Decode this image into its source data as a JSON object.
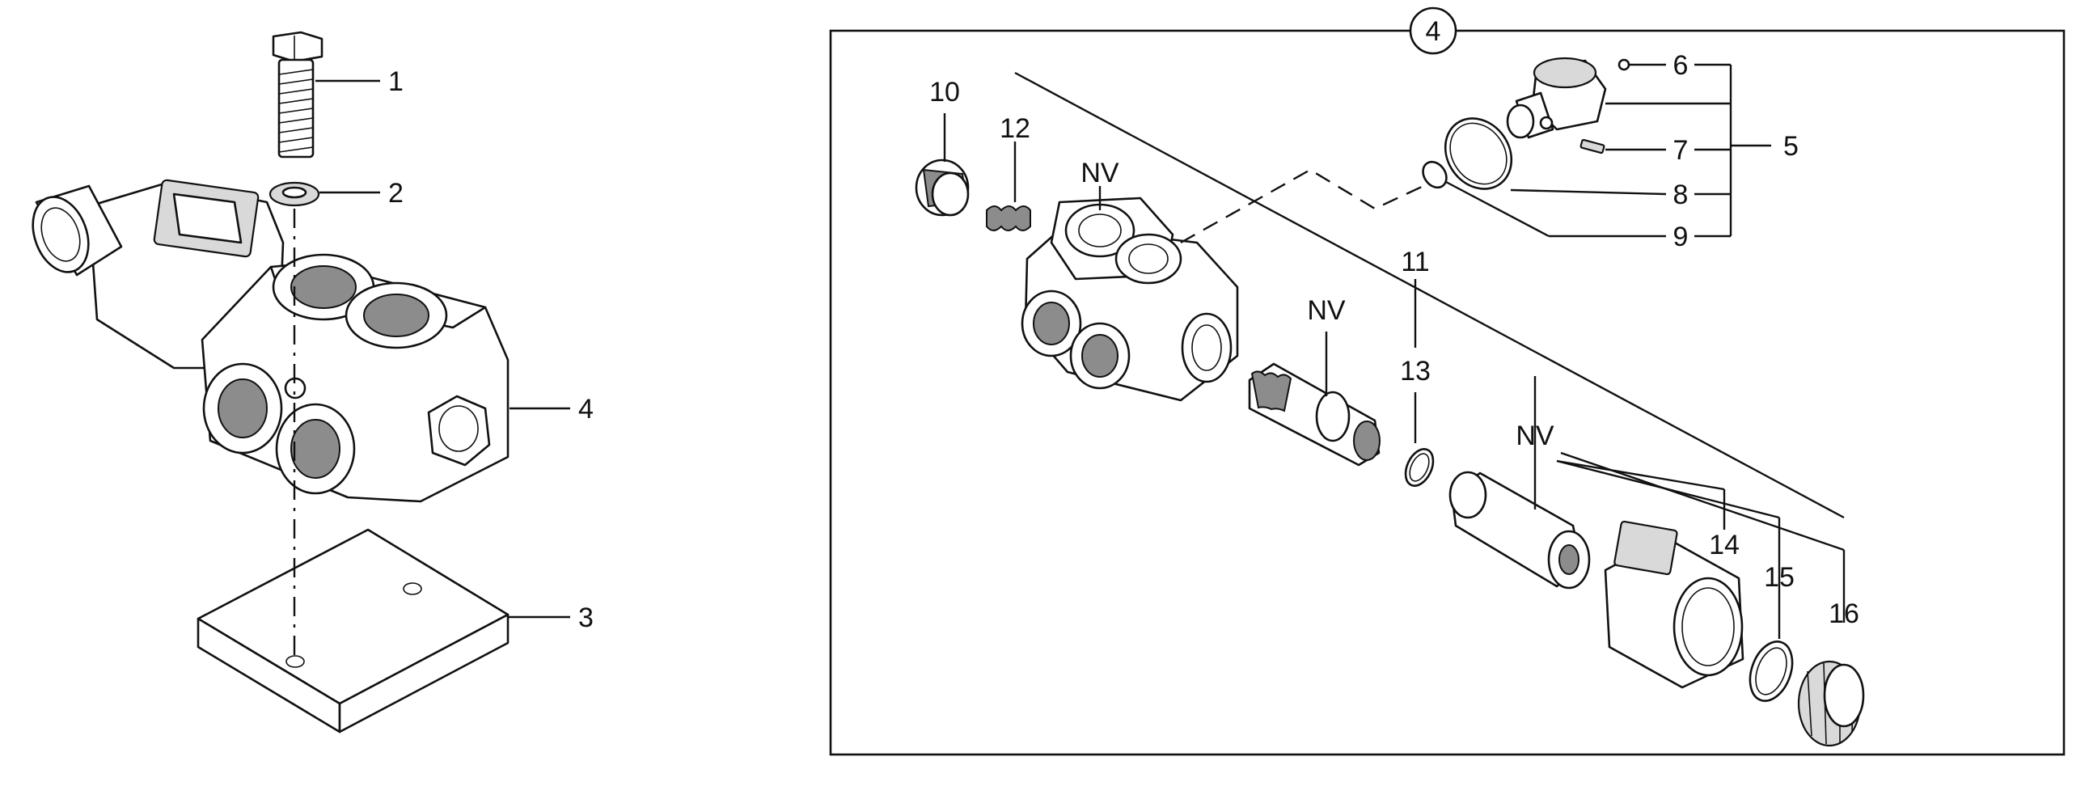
{
  "callouts": {
    "c1": "1",
    "c2": "2",
    "c3": "3",
    "c4": "4",
    "group": "4",
    "c5": "5",
    "c6": "6",
    "c7": "7",
    "c8": "8",
    "c9": "9",
    "c10": "10",
    "c11": "11",
    "c12": "12",
    "c13": "13",
    "c14": "14",
    "c15": "15",
    "c16": "16",
    "nv1": "NV",
    "nv2": "NV",
    "nv3": "NV"
  }
}
